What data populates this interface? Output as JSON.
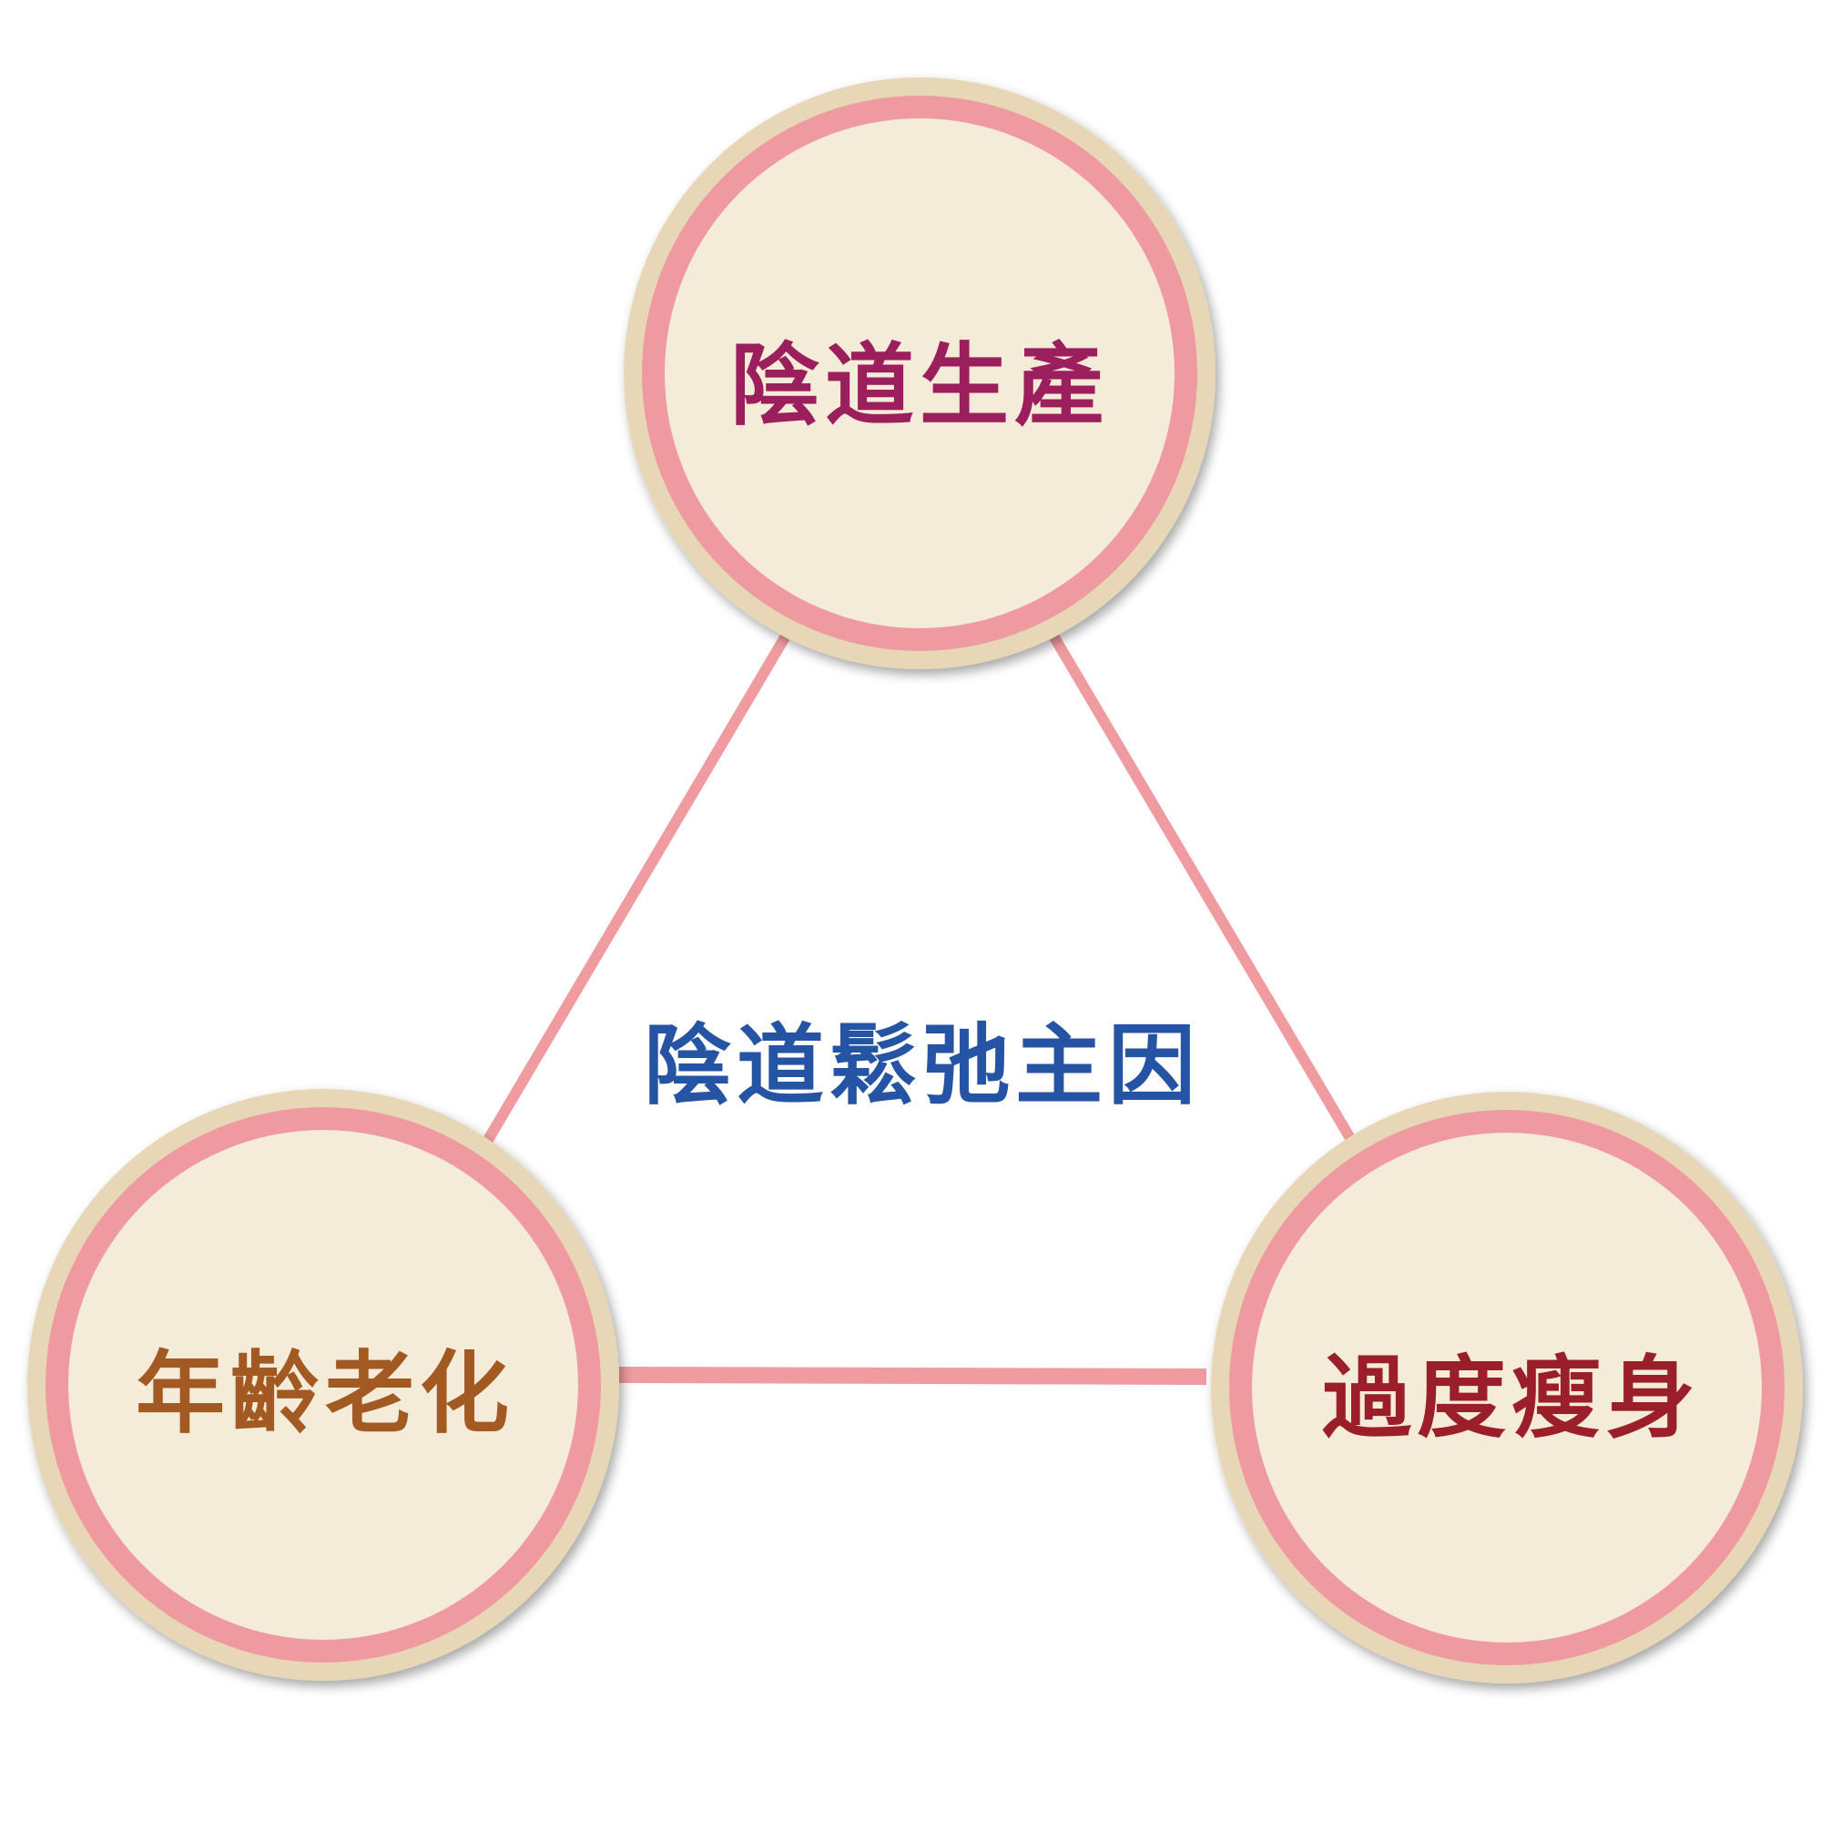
{
  "center_label": "陰道鬆弛主因",
  "nodes": [
    {
      "id": "top",
      "label": "陰道生產",
      "text_color": "#9b1f5c"
    },
    {
      "id": "left",
      "label": "年齡老化",
      "text_color": "#a35a22"
    },
    {
      "id": "right",
      "label": "過度瘦身",
      "text_color": "#9a1f2a"
    }
  ],
  "colors": {
    "connector": "#f09ba0",
    "outer_ring": "#e8d7b6",
    "pink_ring": "#ef9aa0",
    "inner_fill": "#f4ebd9",
    "center_text": "#2554a5"
  }
}
